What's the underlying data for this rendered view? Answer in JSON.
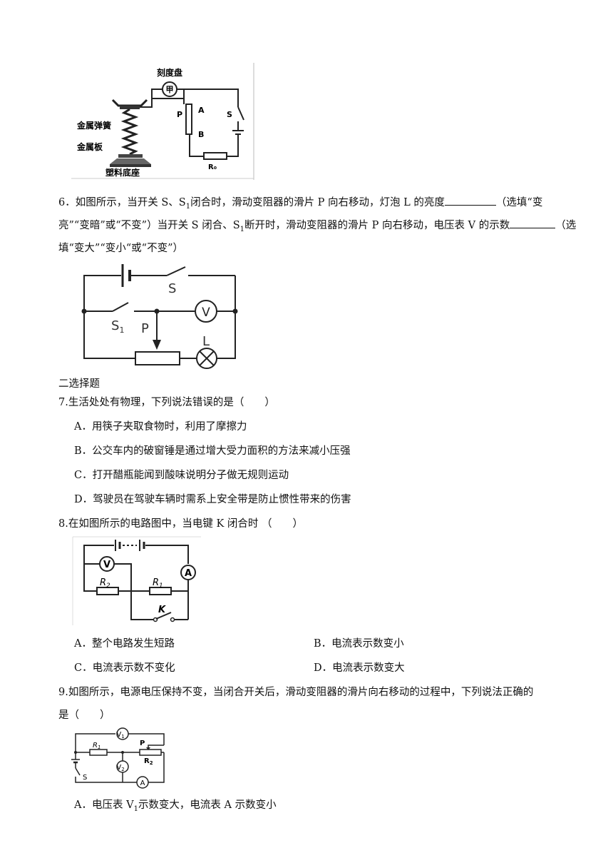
{
  "fig5": {
    "label_dial": "刻度盘",
    "label_meter": "甲",
    "label_spring": "金属弹簧",
    "label_plate": "金属板",
    "label_base": "塑料底座",
    "label_p": "P",
    "label_a": "A",
    "label_b": "B",
    "label_s": "S",
    "label_r0": "R₀"
  },
  "q6": {
    "line1_a": "6．如图所示，当开关 S、S",
    "line1_sub": "1",
    "line1_b": "闭合时，滑动变阻器的滑片 P 向右移动，灯泡 L 的亮度",
    "line1_c": "（选填“变",
    "line2_a": "亮”“变暗”或“不变”）当开关 S 闭合、S",
    "line2_sub": "1",
    "line2_b": "断开时，滑动变阻器的滑片 P 向右移动，电压表 V 的示数",
    "line2_c": "（选",
    "line3": "填“变大”“变小“或“不变”）",
    "fig": {
      "s": "S",
      "s1": "S",
      "s1_sub": "1",
      "p": "P",
      "l": "L",
      "v": "V"
    }
  },
  "section2": "二选择题",
  "q7": {
    "stem": "7.生活处处有物理，下列说法错误的是（　　）",
    "options": [
      "A．用筷子夹取食物时，利用了摩擦力",
      "B．公交车内的破窗锤是通过增大受力面积的方法来减小压强",
      "C．打开醋瓶能闻到酸味说明分子做无规则运动",
      "D．驾驶员在驾驶车辆时需系上安全带是防止惯性带来的伤害"
    ]
  },
  "q8": {
    "stem": "8.在如图所示的电路图中，当电键 K 闭合时  （　　）",
    "fig": {
      "v": "V",
      "a": "A",
      "r2": "R",
      "r2_sub": "2",
      "r1": "R",
      "r1_sub": "1",
      "k": "K"
    },
    "options": [
      "A．整个电路发生短路",
      "B．电流表示数变小",
      "C．电流表示数不变化",
      "D．电流表示数变大"
    ]
  },
  "q9": {
    "stem_line1": "9.如图所示，电源电压保持不变，当闭合开关后，滑动变阻器的滑片向右移动的过程中，下列说法正确的",
    "stem_line2": "是（　　）",
    "fig": {
      "v1": "V",
      "v1_sub": "1",
      "v2": "V",
      "v2_sub": "2",
      "r1": "R",
      "r1_sub": "1",
      "r2": "R",
      "r2_sub": "2",
      "p": "P",
      "s": "S",
      "a": "A"
    },
    "option_a_pre": "A．电压表 V",
    "option_a_sub": "1",
    "option_a_post": "示数变大，电流表 A 示数变小"
  }
}
